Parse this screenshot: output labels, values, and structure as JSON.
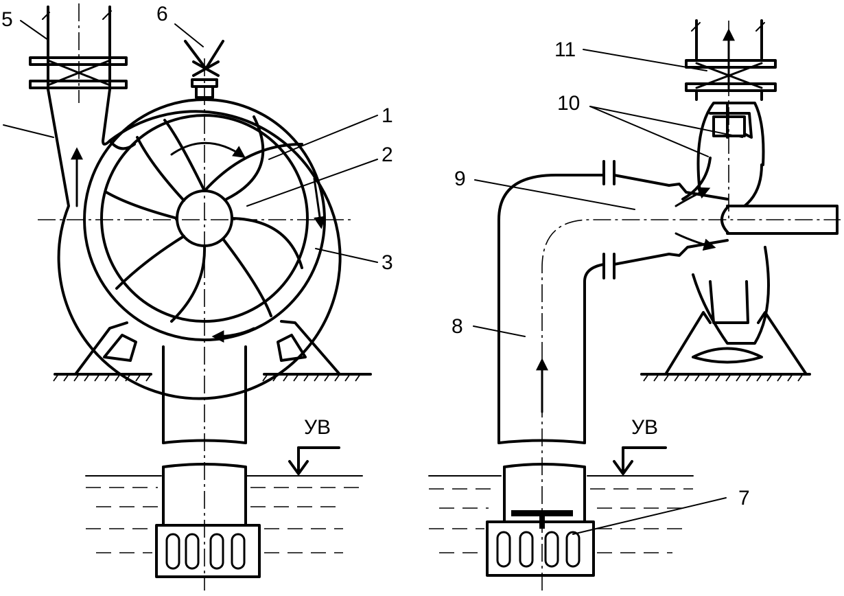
{
  "labels": {
    "l1": "1",
    "l2": "2",
    "l3": "3",
    "l5": "5",
    "l6": "6",
    "l7": "7",
    "l8": "8",
    "l9": "9",
    "l10": "10",
    "l11": "11",
    "water_level_left": "УВ",
    "water_level_right": "УВ"
  }
}
